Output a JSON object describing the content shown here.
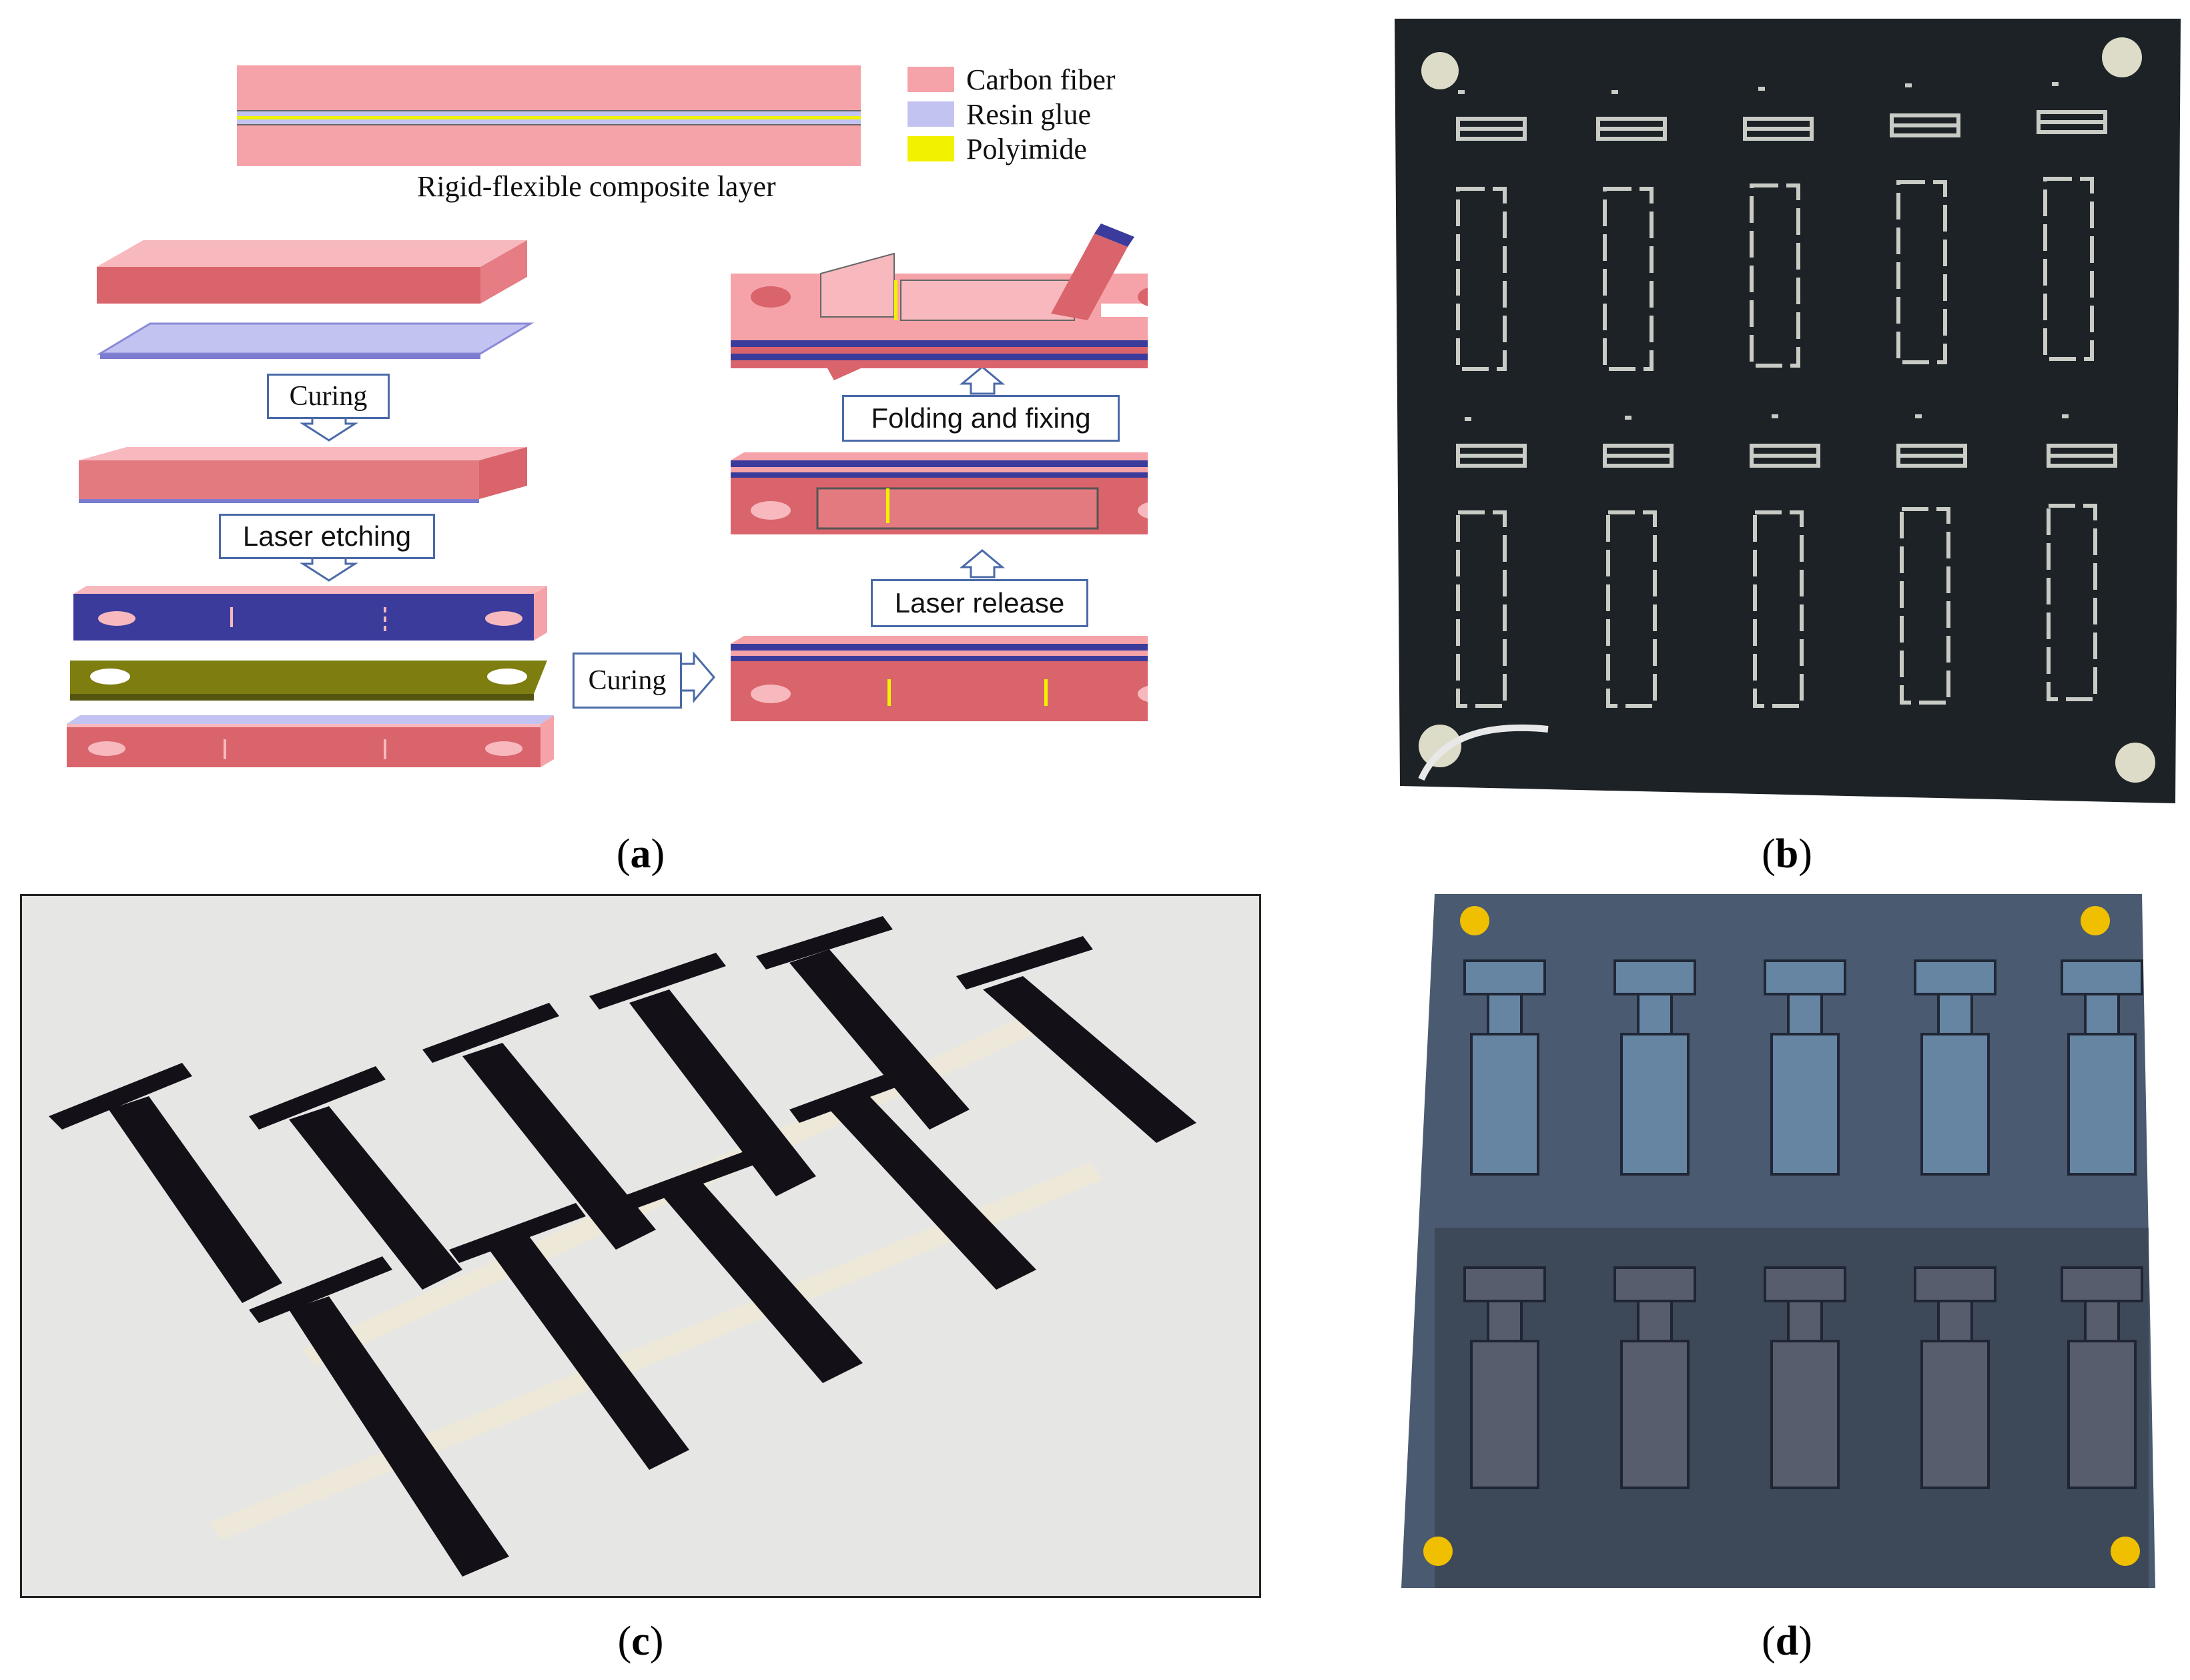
{
  "panel_a": {
    "legend": [
      {
        "label": "Carbon fiber",
        "color": "#f5a3a8"
      },
      {
        "label": "Resin glue",
        "color": "#c3c3f2"
      },
      {
        "label": "Polyimide",
        "color": "#f2f200"
      }
    ],
    "composite_caption": "Rigid-flexible composite layer",
    "steps": {
      "curing_1": "Curing",
      "laser_etching": "Laser etching",
      "curing_2": "Curing",
      "laser_release": "Laser release",
      "folding_fixing": "Folding and fixing"
    },
    "colors": {
      "carbon_fiber": "#f5a3a8",
      "carbon_dark": "#d9646b",
      "resin": "#c3c3f2",
      "resin_dark": "#3d3d9e",
      "polyimide": "#f2f200",
      "polyimide_dark": "#7d7d10",
      "arrow_border": "#4a6aa8"
    }
  },
  "captions": {
    "a": "a",
    "b": "b",
    "c": "c",
    "d": "d"
  }
}
